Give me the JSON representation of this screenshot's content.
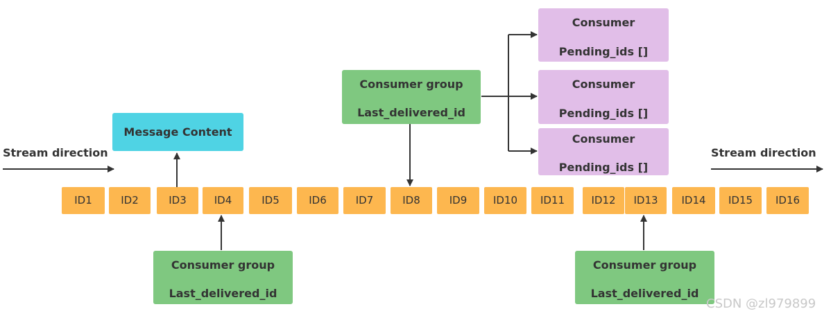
{
  "stream_direction_label": "Stream direction",
  "message_content": {
    "label": "Message Content",
    "color": "#4fd3e4"
  },
  "ids": [
    "ID1",
    "ID2",
    "ID3",
    "ID4",
    "ID5",
    "ID6",
    "ID7",
    "ID8",
    "ID9",
    "ID10",
    "ID11",
    "ID12",
    "ID13",
    "ID14",
    "ID15",
    "ID16"
  ],
  "groups": [
    {
      "title": "Consumer group",
      "subtitle": "Last_delivered_id",
      "points_to": "ID4"
    },
    {
      "title": "Consumer group",
      "subtitle": "Last_delivered_id",
      "points_to": "ID8"
    },
    {
      "title": "Consumer group",
      "subtitle": "Last_delivered_id",
      "points_to": "ID13"
    }
  ],
  "consumers": [
    {
      "title": "Consumer",
      "subtitle": "Pending_ids []"
    },
    {
      "title": "Consumer",
      "subtitle": "Pending_ids []"
    },
    {
      "title": "Consumer",
      "subtitle": "Pending_ids []"
    }
  ],
  "colors": {
    "id_cell": "#fdb74f",
    "consumer_group": "#7fc880",
    "consumer": "#e1bee8",
    "arrow": "#333333"
  },
  "watermark": "CSDN @zl979899"
}
